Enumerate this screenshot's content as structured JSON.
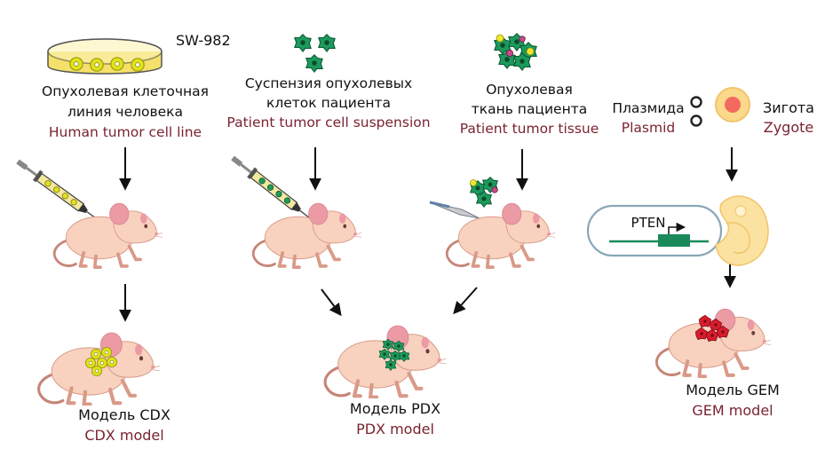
{
  "colors": {
    "mouse_body": "#f8d2bf",
    "mouse_outline": "#d99a88",
    "mouse_ear": "#ec9aa4",
    "tail": "#c58577",
    "english_text": "#7a2330",
    "cdx_cells": "#e1e21c",
    "pdx_cells": "#1c9a5c",
    "gem_tumor": "#d91c2c",
    "plasmid_gene": "#1a8a5a",
    "zygote": "#fbd98b",
    "zygote_nucleus": "#f26a5e"
  },
  "cdx": {
    "cell_line_code": "SW-982",
    "source_ru_line1": "Опухолевая клеточная",
    "source_ru_line2": "линия человека",
    "source_en": "Human tumor cell line",
    "model_ru": "Модель CDX",
    "model_en": "CDX model"
  },
  "pdx": {
    "suspension_ru_line1": "Суспензия опухолевых",
    "suspension_ru_line2": "клеток пациента",
    "suspension_en": "Patient tumor cell suspension",
    "tissue_ru_line1": "Опухолевая",
    "tissue_ru_line2": "ткань пациента",
    "tissue_en": "Patient tumor tissue",
    "model_ru": "Модель PDX",
    "model_en": "PDX model"
  },
  "gem": {
    "plasmid_ru": "Плазмида",
    "plasmid_en": "Plasmid",
    "zygote_ru": "Зигота",
    "zygote_en": "Zygote",
    "gene_label": "PTEN",
    "model_ru": "Модель GEM",
    "model_en": "GEM model"
  }
}
